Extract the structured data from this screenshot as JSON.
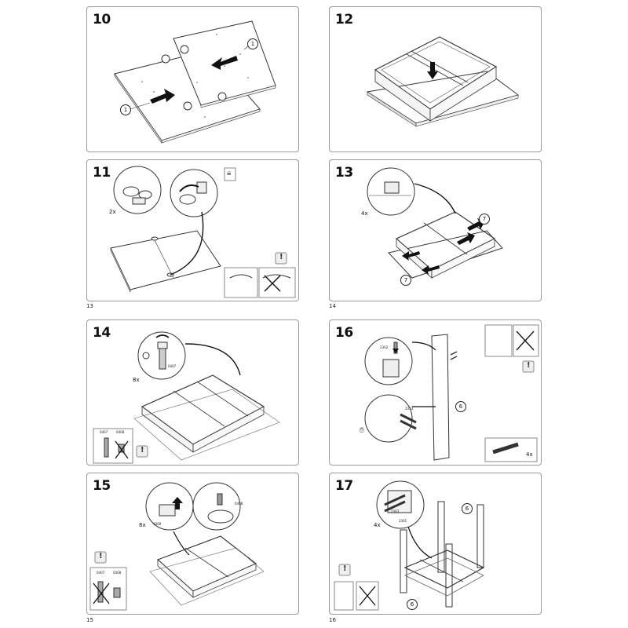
{
  "steps": [
    {
      "number": "10",
      "callouts": [
        "1",
        "1"
      ]
    },
    {
      "number": "11",
      "multiplier": "2x",
      "page_number": "13"
    },
    {
      "number": "12"
    },
    {
      "number": "13",
      "multiplier": "4x",
      "callouts": [
        "7",
        "7"
      ],
      "page_number": "14"
    },
    {
      "number": "14",
      "multiplier": "8x",
      "part_codes": [
        "0407",
        "0407",
        "0408"
      ]
    },
    {
      "number": "15",
      "multiplier": "8x",
      "part_codes": [
        "1009",
        "0408",
        "0407",
        "0408"
      ],
      "page_number": "15"
    },
    {
      "number": "16",
      "part_codes": [
        "2302",
        "2313"
      ],
      "callout": "6",
      "quantity": "4x"
    },
    {
      "number": "17",
      "multiplier": "4x",
      "part_codes": [
        "2303",
        "2301"
      ],
      "callouts": [
        "6",
        "6"
      ],
      "page_number": "16"
    }
  ],
  "icons": [
    "lock-icon",
    "warning-icon",
    "hand-icon",
    "arrow-icon"
  ]
}
